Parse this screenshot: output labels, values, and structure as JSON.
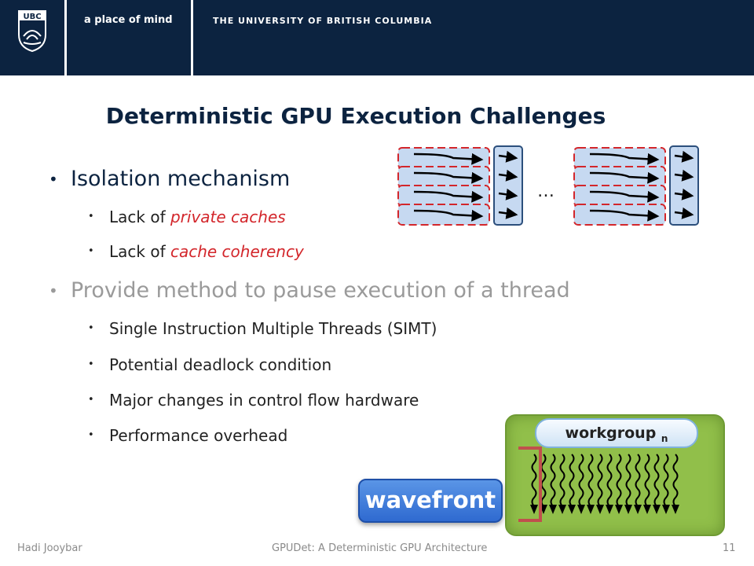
{
  "header": {
    "university_badge": "UBC",
    "tagline": "a place of mind",
    "university_name": "THE UNIVERSITY OF BRITISH COLUMBIA"
  },
  "slide": {
    "title": "Deterministic GPU Execution Challenges",
    "bullets": [
      {
        "text": "Isolation mechanism",
        "muted": false,
        "subitems": [
          {
            "prefix": "Lack of ",
            "highlight": "private caches"
          },
          {
            "prefix": "Lack of ",
            "highlight": "cache coherency"
          }
        ]
      },
      {
        "text": "Provide method to pause execution of a thread",
        "muted": true,
        "subitems": [
          {
            "prefix": "Single Instruction Multiple Threads (SIMT)",
            "highlight": ""
          },
          {
            "prefix": "Potential deadlock condition",
            "highlight": ""
          },
          {
            "prefix": "Major changes in control flow hardware",
            "highlight": ""
          },
          {
            "prefix": "Performance overhead",
            "highlight": ""
          }
        ]
      }
    ],
    "diagram": {
      "ellipsis": "…"
    },
    "workgroup": {
      "label": "workgroup",
      "subscript": "n"
    },
    "wavefront_label": "wavefront"
  },
  "footer": {
    "author": "Hadi Jooybar",
    "presentation_title": "GPUDet: A Deterministic GPU Architecture",
    "page_number": "11"
  },
  "colors": {
    "header_bg": "#0c2340",
    "accent_red": "#d3262b",
    "workgroup_green": "#91bf4a",
    "wavefront_blue": "#2f6ad0",
    "core_blue": "#c6d9f1"
  },
  "icons": {
    "logo": "ubc-crest-icon",
    "bullet": "bullet-dot-icon"
  }
}
